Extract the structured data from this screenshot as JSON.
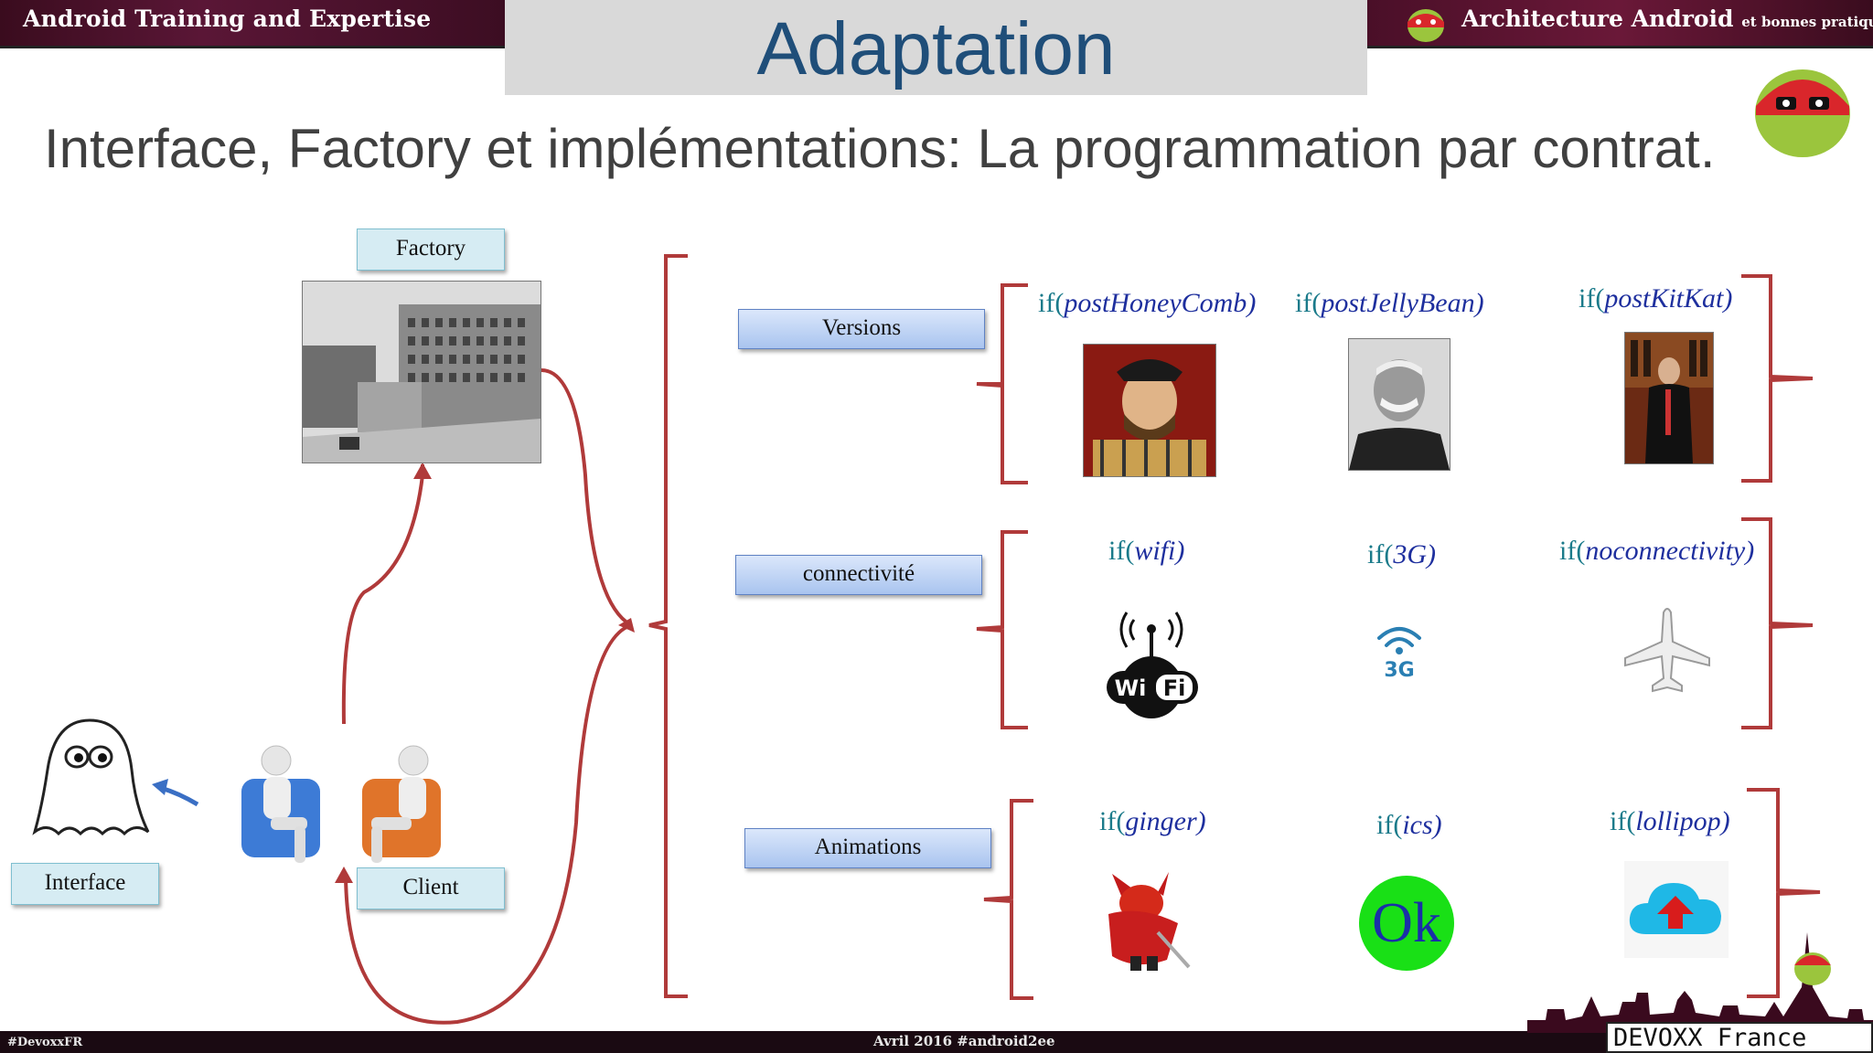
{
  "header": {
    "left_text": "Android Training and Expertise",
    "right_text": "Architecture Android",
    "right_small": "et bonnes pratiques"
  },
  "slide": {
    "title": "Adaptation",
    "subtitle": "Interface, Factory et implémentations: La programmation par contrat."
  },
  "diagram": {
    "factory_label": "Factory",
    "interface_label": "Interface",
    "client_label": "Client",
    "categories": [
      "Versions",
      "connectivité",
      "Animations"
    ],
    "versions": {
      "prefix": "if(",
      "items": [
        "postHoneyComb",
        "postJellyBean",
        "postKitKat"
      ],
      "suffix": ")"
    },
    "connectivity": {
      "items": [
        "wifi",
        "3G",
        "noconnectivity"
      ],
      "wifi_badge": "WiFi",
      "badge_3g": "3G"
    },
    "animations": {
      "items": [
        "ginger",
        "ics",
        "lollipop"
      ],
      "ok_text": "Ok"
    }
  },
  "footer": {
    "hashtag": "#DevoxxFR",
    "center": "Avril 2016 #android2ee",
    "logo": "DEVOXX France"
  },
  "colors": {
    "title": "#1f4e79",
    "brace": "#b03a3a",
    "cond_prefix": "#1a7a8a",
    "cond_word": "#1e2f9e"
  }
}
